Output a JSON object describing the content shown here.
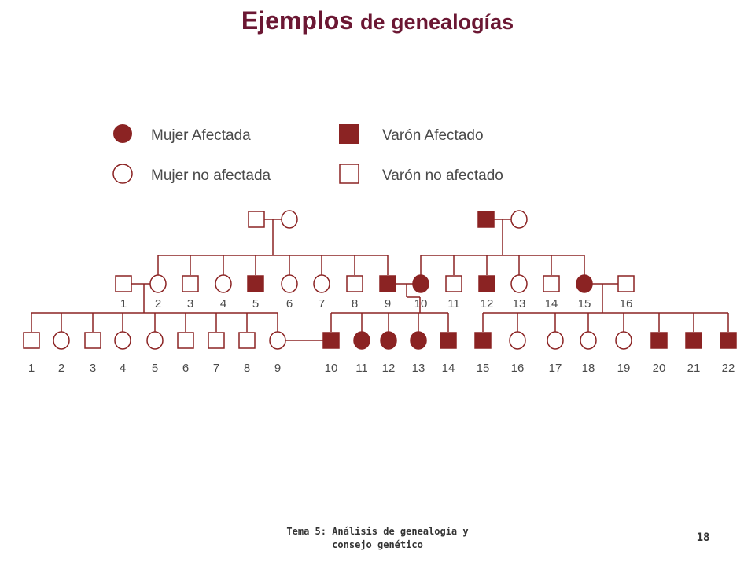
{
  "title": {
    "bold": "Ejemplos",
    "rest": "de genealogías"
  },
  "colors": {
    "affected": "#8b2323",
    "title": "#6b1733",
    "line": "#8b2323",
    "text": "#4a4a4a"
  },
  "legend": {
    "affected_female": "Mujer Afectada",
    "unaffected_female": "Mujer no afectada",
    "affected_male": "Varón Afectado",
    "unaffected_male": "Varón no afectado"
  },
  "generation1": [
    {
      "sex": "M",
      "affected": false
    },
    {
      "sex": "F",
      "affected": false
    },
    {
      "sex": "M",
      "affected": true
    },
    {
      "sex": "F",
      "affected": false
    }
  ],
  "generation2": [
    {
      "label": "1",
      "sex": "M",
      "affected": false
    },
    {
      "label": "2",
      "sex": "F",
      "affected": false
    },
    {
      "label": "3",
      "sex": "M",
      "affected": false
    },
    {
      "label": "4",
      "sex": "F",
      "affected": false
    },
    {
      "label": "5",
      "sex": "M",
      "affected": true
    },
    {
      "label": "6",
      "sex": "F",
      "affected": false
    },
    {
      "label": "7",
      "sex": "F",
      "affected": false
    },
    {
      "label": "8",
      "sex": "M",
      "affected": false
    },
    {
      "label": "9",
      "sex": "M",
      "affected": true
    },
    {
      "label": "10",
      "sex": "F",
      "affected": true
    },
    {
      "label": "11",
      "sex": "M",
      "affected": false
    },
    {
      "label": "12",
      "sex": "M",
      "affected": true
    },
    {
      "label": "13",
      "sex": "F",
      "affected": false
    },
    {
      "label": "14",
      "sex": "M",
      "affected": false
    },
    {
      "label": "15",
      "sex": "F",
      "affected": true
    },
    {
      "label": "16",
      "sex": "M",
      "affected": false
    }
  ],
  "generation3": [
    {
      "label": "1",
      "sex": "M",
      "affected": false
    },
    {
      "label": "2",
      "sex": "F",
      "affected": false
    },
    {
      "label": "3",
      "sex": "M",
      "affected": false
    },
    {
      "label": "4",
      "sex": "F",
      "affected": false
    },
    {
      "label": "5",
      "sex": "F",
      "affected": false
    },
    {
      "label": "6",
      "sex": "M",
      "affected": false
    },
    {
      "label": "7",
      "sex": "M",
      "affected": false
    },
    {
      "label": "8",
      "sex": "M",
      "affected": false
    },
    {
      "label": "9",
      "sex": "F",
      "affected": false
    },
    {
      "label": "10",
      "sex": "M",
      "affected": true
    },
    {
      "label": "11",
      "sex": "F",
      "affected": true
    },
    {
      "label": "12",
      "sex": "F",
      "affected": true
    },
    {
      "label": "13",
      "sex": "F",
      "affected": true
    },
    {
      "label": "14",
      "sex": "M",
      "affected": true
    },
    {
      "label": "15",
      "sex": "M",
      "affected": true
    },
    {
      "label": "16",
      "sex": "F",
      "affected": false
    },
    {
      "label": "17",
      "sex": "F",
      "affected": false
    },
    {
      "label": "18",
      "sex": "F",
      "affected": false
    },
    {
      "label": "19",
      "sex": "F",
      "affected": false
    },
    {
      "label": "20",
      "sex": "M",
      "affected": true
    },
    {
      "label": "21",
      "sex": "M",
      "affected": true
    },
    {
      "label": "22",
      "sex": "M",
      "affected": true
    }
  ],
  "footer": {
    "line1": "Tema 5: Análisis de genealogía y",
    "line2": "consejo genético",
    "page_number": "18"
  }
}
